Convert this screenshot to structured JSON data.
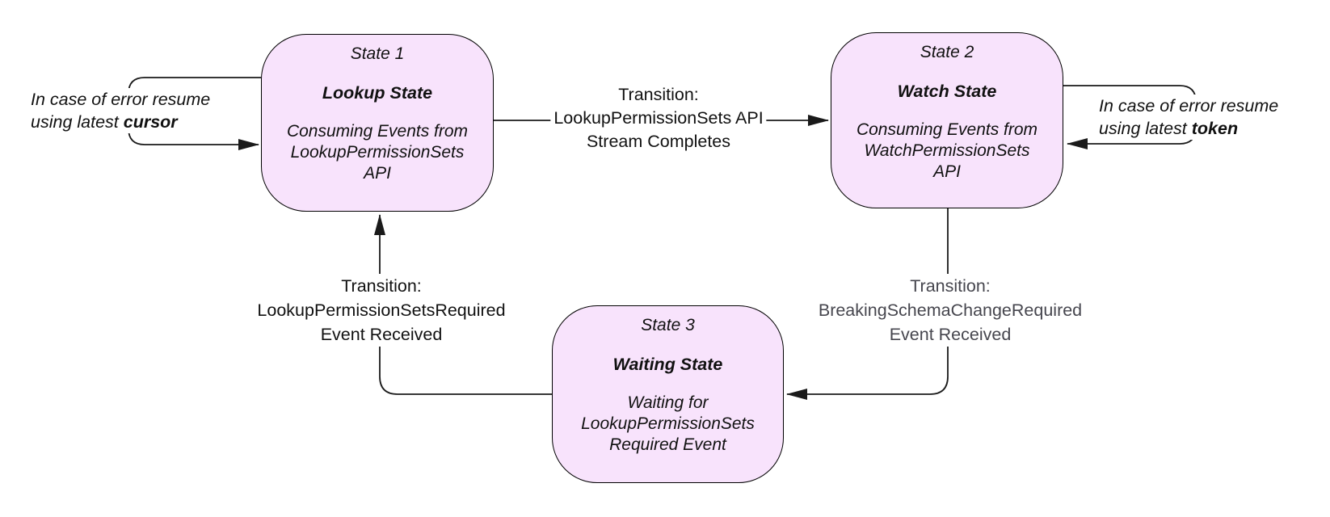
{
  "diagram": {
    "states": [
      {
        "number": "State 1",
        "name": "Lookup State",
        "description_lines": [
          "Consuming Events from",
          "LookupPermissionSets",
          "API"
        ]
      },
      {
        "number": "State 2",
        "name": "Watch State",
        "description_lines": [
          "Consuming Events from",
          "WatchPermissionSets",
          "API"
        ]
      },
      {
        "number": "State 3",
        "name": "Waiting State",
        "description_lines": [
          "Waiting for",
          "LookupPermissionSets",
          "Required Event"
        ]
      }
    ],
    "transitions": [
      {
        "from": "State 1",
        "to": "State 2",
        "lines": [
          "Transition:",
          "LookupPermissionSets API",
          "Stream Completes"
        ]
      },
      {
        "from": "State 2",
        "to": "State 3",
        "lines": [
          "Transition:",
          "BreakingSchemaChangeRequired",
          "Event Received"
        ]
      },
      {
        "from": "State 3",
        "to": "State 1",
        "lines": [
          "Transition:",
          "LookupPermissionSetsRequired",
          "Event Received"
        ]
      }
    ],
    "annotations": [
      {
        "target": "State 1",
        "line1": "In case of error resume",
        "line2_prefix": "using latest ",
        "bold_word": "cursor"
      },
      {
        "target": "State 2",
        "line1": "In case of error resume",
        "line2_prefix": "using latest ",
        "bold_word": "token"
      }
    ],
    "colors": {
      "state_fill": "#f8e3fc",
      "state_border": "#000000",
      "line": "#1a1a1a",
      "text": "#111111",
      "muted_text": "#46464e"
    }
  }
}
